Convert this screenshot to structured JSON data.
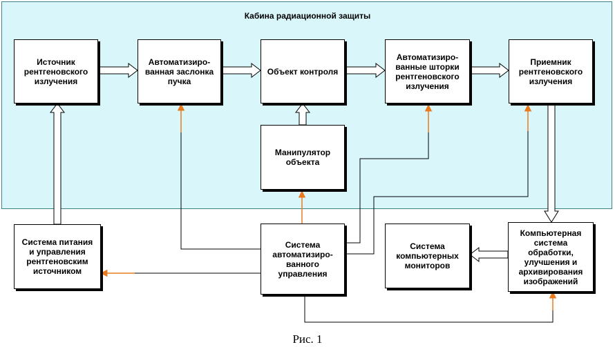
{
  "diagram": {
    "cabin_title": "Кабина радиационной защиты",
    "blocks": {
      "xray_source": "Источник\nрентгеновского\nизлучения",
      "auto_shutter": "Автоматизиро-\nванная заслонка\nпучка",
      "test_object": "Объект контроля",
      "auto_curtains": "Автоматизиро-\nванные шторки\nрентгеновского\nизлучения",
      "xray_receiver": "Приемник\nрентгеновского\nизлучения",
      "manipulator": "Манипулятор\nобъекта",
      "power_control": "Система питания\nи управления\nрентгеновским\nисточником",
      "auto_control": "Система\nавтоматизиро-\nванного\nуправления",
      "monitors": "Система\nкомпьютерных\nмониторов",
      "processing": "Компьютерная\nсистема\nобработки,\nулучшения и\nархивирования\nизображений"
    },
    "colors": {
      "cabin_fill": "#d9f7fb",
      "control_arrow": "#e87a1e",
      "flow_arrow_fill": "#ffffff",
      "line": "#000000"
    }
  },
  "caption": "Рис. 1"
}
